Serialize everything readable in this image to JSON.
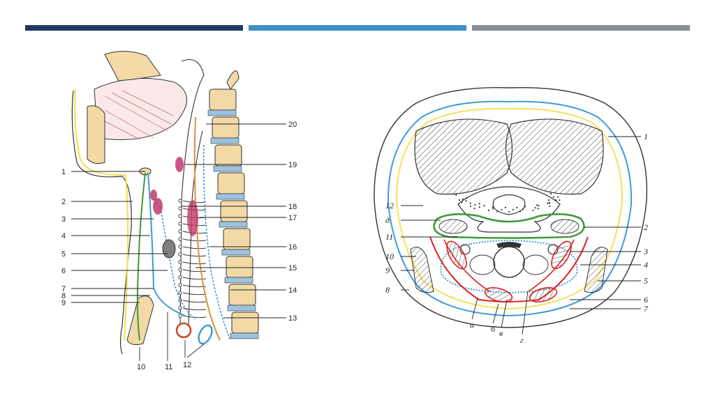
{
  "slide": {
    "accent_colors": [
      "#1f3864",
      "#3f8fc7",
      "#8a8f96"
    ]
  },
  "left_figure": {
    "labels_left": [
      "1",
      "2",
      "3",
      "4",
      "5",
      "6",
      "7",
      "8",
      "9"
    ],
    "labels_right": [
      "20",
      "19",
      "18",
      "17",
      "16",
      "15",
      "14",
      "13"
    ],
    "labels_bottom": [
      "10",
      "11",
      "12"
    ]
  },
  "right_figure": {
    "labels_right": [
      "1",
      "2",
      "3",
      "4",
      "5",
      "6",
      "7"
    ],
    "labels_left": [
      "12",
      "д",
      "11",
      "10",
      "9",
      "8"
    ],
    "labels_bottom": [
      "а",
      "б",
      "в",
      "г"
    ]
  },
  "colors": {
    "fascia_yellow": "#f2e25a",
    "fascia_blue": "#3e9ad6",
    "fascia_green": "#3f9a3a",
    "fascia_red": "#d9231f",
    "fascia_orange": "#d9903a",
    "bone_fill": "#f2d9a6",
    "gland_pink": "#c2386e"
  }
}
